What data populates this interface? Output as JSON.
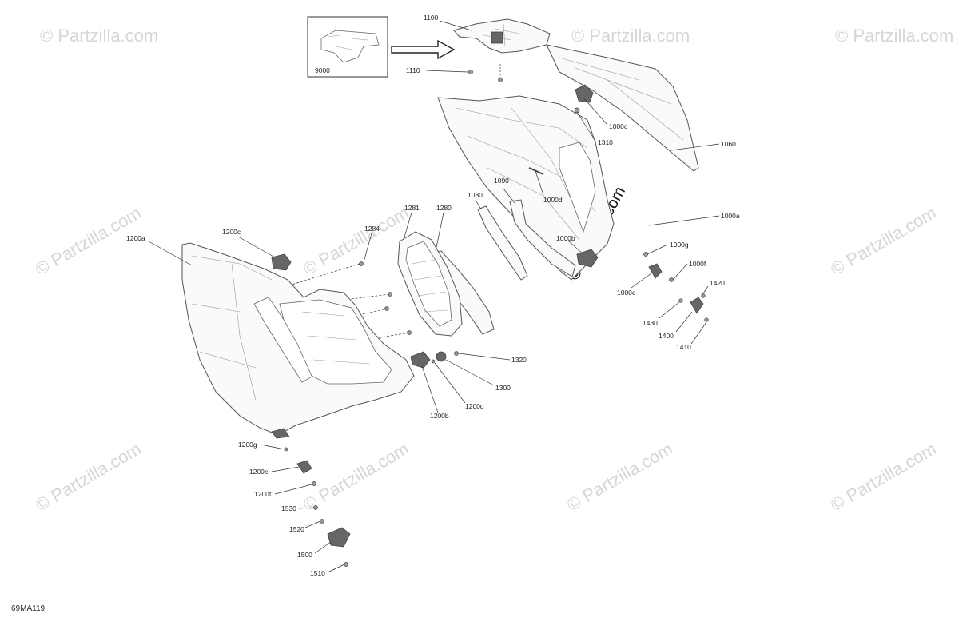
{
  "figure_code": "69MA119",
  "watermark_text": "© Partzilla.com",
  "watermark_prominent": "©Partzilla.com",
  "inset_label": "9000",
  "callouts": {
    "c1100": "1100",
    "c1110": "1110",
    "c1060": "1060",
    "c1000c": "1000c",
    "c1310": "1310",
    "c1000d": "1000d",
    "c1000a": "1000a",
    "c1000b": "1000b",
    "c1000g": "1000g",
    "c1000f": "1000f",
    "c1000e": "1000e",
    "c1420": "1420",
    "c1430": "1430",
    "c1400": "1400",
    "c1410": "1410",
    "c1090": "1090",
    "c1080": "1080",
    "c1280": "1280",
    "c1281": "1281",
    "c1284": "1284",
    "c1200c": "1200c",
    "c1200a": "1200a",
    "c1320": "1320",
    "c1300": "1300",
    "c1200d": "1200d",
    "c1200b": "1200b",
    "c1200g": "1200g",
    "c1200e": "1200e",
    "c1200f": "1200f",
    "c1530": "1530",
    "c1520": "1520",
    "c1500": "1500",
    "c1510": "1510"
  }
}
